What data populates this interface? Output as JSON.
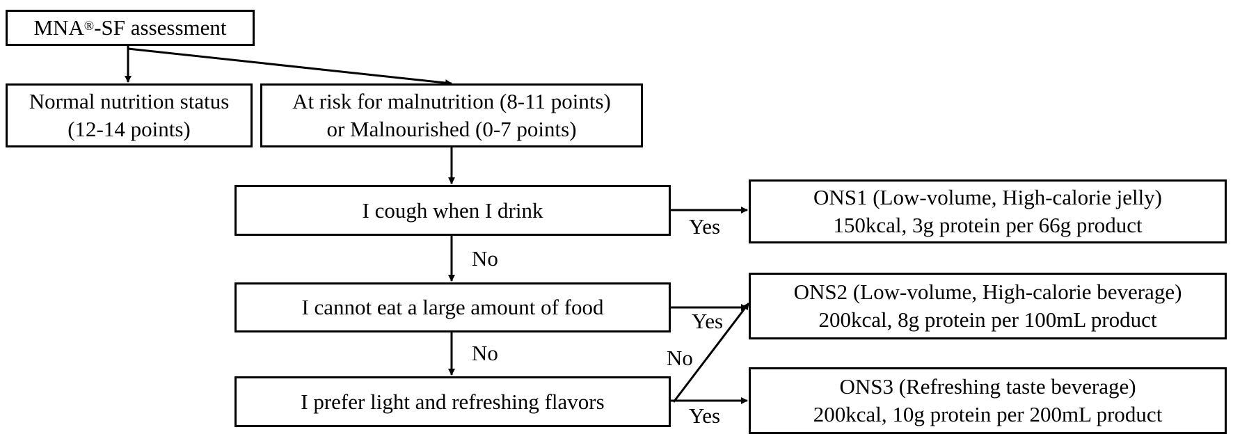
{
  "boxes": {
    "assessment": {
      "name": "MNA",
      "reg": "®",
      "rest": "-SF assessment"
    },
    "normal": {
      "line1": "Normal nutrition status",
      "line2": "(12-14 points)"
    },
    "at_risk": {
      "line1": "At risk for malnutrition (8-11 points)",
      "line2": "or Malnourished (0-7 points)"
    },
    "q1": {
      "text": "I cough when I drink"
    },
    "q2": {
      "text": "I cannot eat a large amount of food"
    },
    "q3": {
      "text": "I prefer light and refreshing flavors"
    },
    "ons1": {
      "line1": "ONS1 (Low-volume, High-calorie jelly)",
      "line2": "150kcal, 3g protein per 66g product"
    },
    "ons2": {
      "line1": "ONS2 (Low-volume, High-calorie beverage)",
      "line2": "200kcal, 8g protein per 100mL product"
    },
    "ons3": {
      "line1": "ONS3 (Refreshing taste beverage)",
      "line2": "200kcal, 10g protein per 200mL product"
    }
  },
  "labels": {
    "q1_yes": "Yes",
    "q1_no": "No",
    "q2_yes": "Yes",
    "q2_no": "No",
    "q3_no": "No",
    "q3_yes": "Yes"
  },
  "colors": {
    "line": "#000000",
    "box_fill": "#ffffff"
  }
}
